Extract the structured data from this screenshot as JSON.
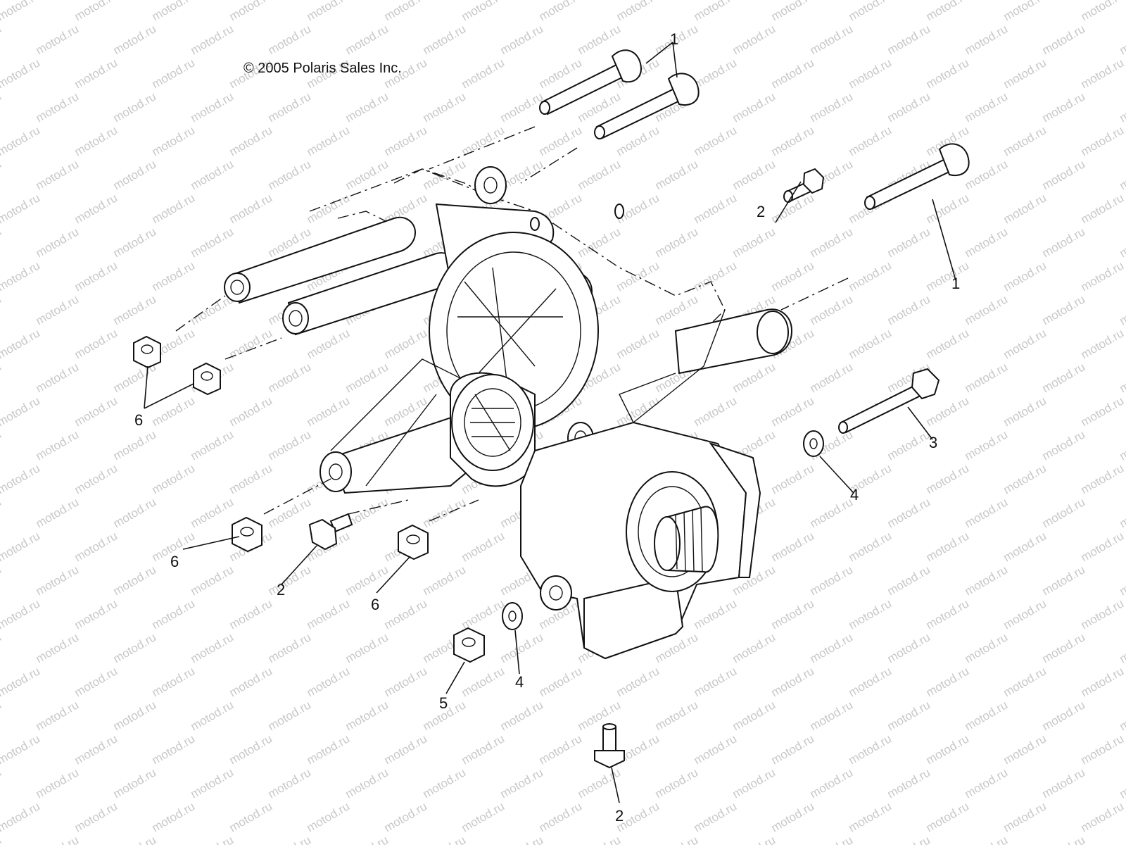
{
  "copyright": "© 2005 Polaris Sales Inc.",
  "watermark": "motod.ru",
  "callouts": [
    {
      "id": "c1a",
      "label": "1"
    },
    {
      "id": "c1b",
      "label": "1"
    },
    {
      "id": "c2a",
      "label": "2"
    },
    {
      "id": "c2b",
      "label": "2"
    },
    {
      "id": "c2c",
      "label": "2"
    },
    {
      "id": "c3",
      "label": "3"
    },
    {
      "id": "c4a",
      "label": "4"
    },
    {
      "id": "c4b",
      "label": "4"
    },
    {
      "id": "c5",
      "label": "5"
    },
    {
      "id": "c6a",
      "label": "6"
    },
    {
      "id": "c6b",
      "label": "6"
    },
    {
      "id": "c6c",
      "label": "6"
    }
  ]
}
